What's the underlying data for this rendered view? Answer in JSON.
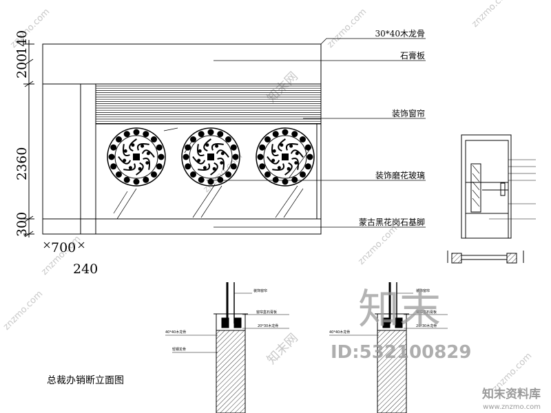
{
  "elevation": {
    "title": "总裁办销断立面图",
    "labels": {
      "timber_frame": "30*40木龙骨",
      "gypsum_board": "石膏板",
      "curtain": "装饰窗帘",
      "etched_glass": "装饰磨花玻璃",
      "stone_base": "蒙古黑花岗石基脚"
    },
    "dims_vertical": [
      "200",
      "140",
      "2360",
      "300"
    ],
    "dims_horizontal": [
      "700",
      "240"
    ]
  },
  "watermark": {
    "brand": "知末",
    "id": "ID:532100829",
    "site_name": "知末资料库",
    "site_url": "www.znzmo.com",
    "diag_text": "znzmo.com",
    "mark_text": "知末网"
  }
}
